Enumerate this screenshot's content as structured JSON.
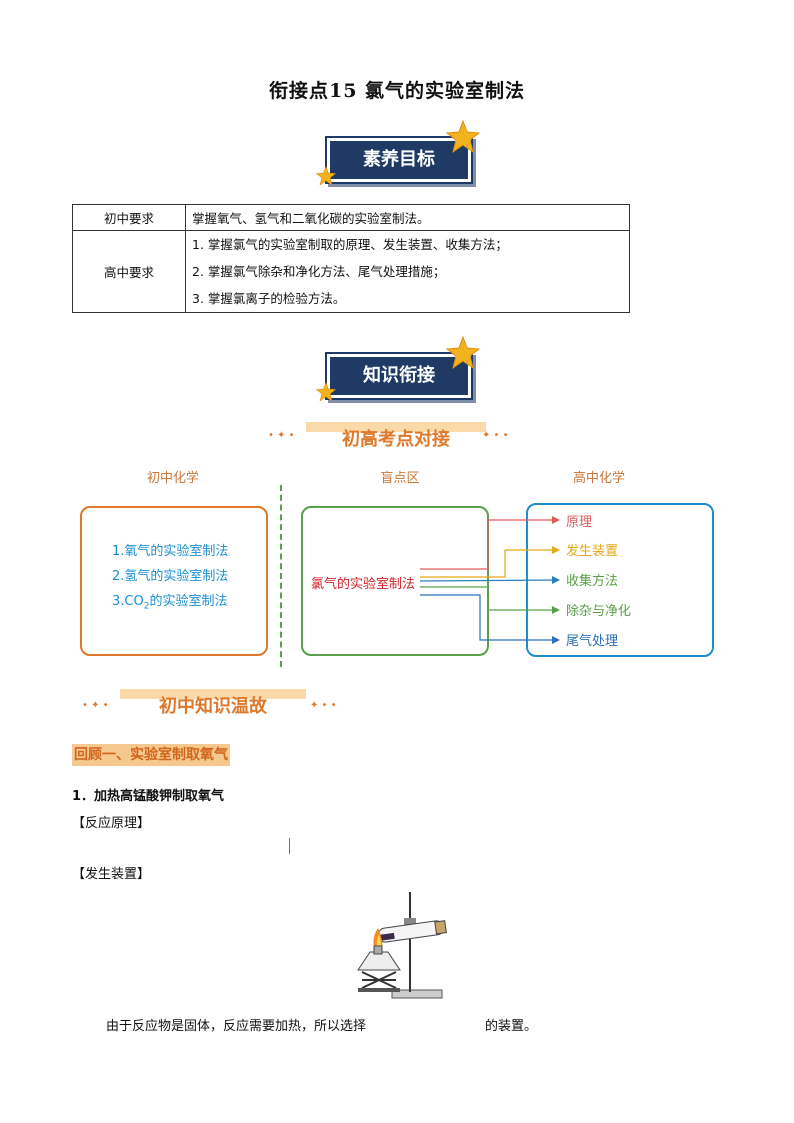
{
  "page_title": "衔接点15      氯气的实验室制法",
  "badge1": "素养目标",
  "badge2": "知识衔接",
  "requirements": {
    "row1_label": "初中要求",
    "row1_text": "掌握氧气、氢气和二氧化碳的实验室制法。",
    "row2_label": "高中要求",
    "row2_items": [
      "1. 掌握氯气的实验室制取的原理、发生装置、收集方法；",
      "2. 掌握氯气除杂和净化方法、尾气处理措施；",
      "3. 掌握氯离子的检验方法。"
    ]
  },
  "ribbon1": "初高考点对接",
  "diagram": {
    "col_junior": "初中化学",
    "col_blind": "盲点区",
    "col_senior": "高中化学",
    "junior_items": [
      "1.氧气的实验室制法",
      "2.氢气的实验室制法",
      "3.CO",
      "2",
      "的实验室制法"
    ],
    "blind_text": "氯气的实验室制法",
    "senior_items": [
      "原理",
      "发生装置",
      "收集方法",
      "除杂与净化",
      "尾气处理"
    ],
    "colors": {
      "junior": "#e0782a",
      "blind": "#5aa04a",
      "senior": "#1a8fd0",
      "item_text": "#1a8fd0",
      "blind_text_color": "#d0242a",
      "s1": "#e05a5a",
      "s2": "#e6a817",
      "s3": "#2a7fc0",
      "s4": "#5aa04a",
      "s5": "#2a6fb8"
    }
  },
  "ribbon2": "初中知识温故",
  "section_heading": "回顾一、实验室制取氧气",
  "item1": "1．加热高锰酸钾制取氧气",
  "label_principle": "【反应原理】",
  "label_device": "【发生装置】",
  "bottom_text_a": "由于反应物是固体，反应需要加热，所以选择",
  "bottom_text_b": "的装置。"
}
